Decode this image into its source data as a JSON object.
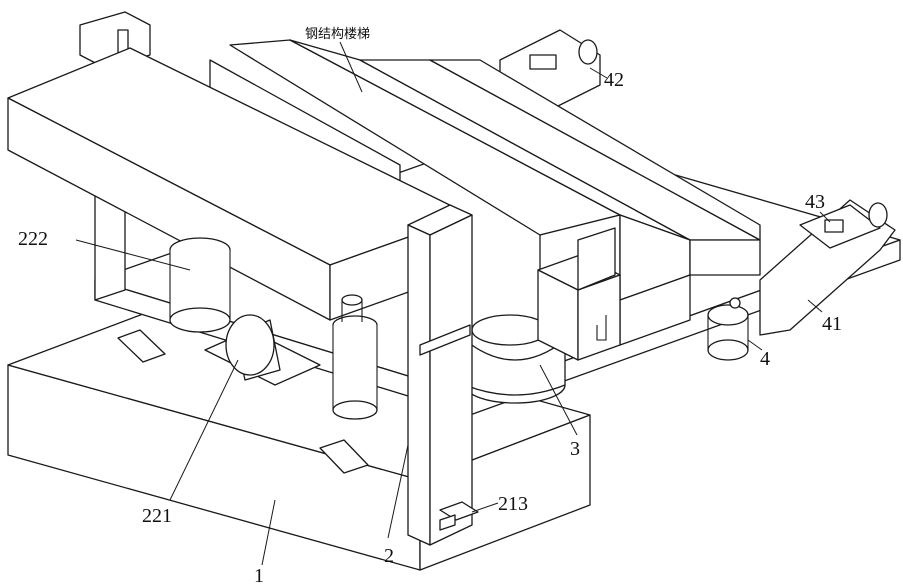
{
  "title": "钢结构楼梯",
  "labels": {
    "l42": "42",
    "l43": "43",
    "l41": "41",
    "l4": "4",
    "l222": "222",
    "l221": "221",
    "l3": "3",
    "l213": "213",
    "l2": "2",
    "l1": "1"
  }
}
